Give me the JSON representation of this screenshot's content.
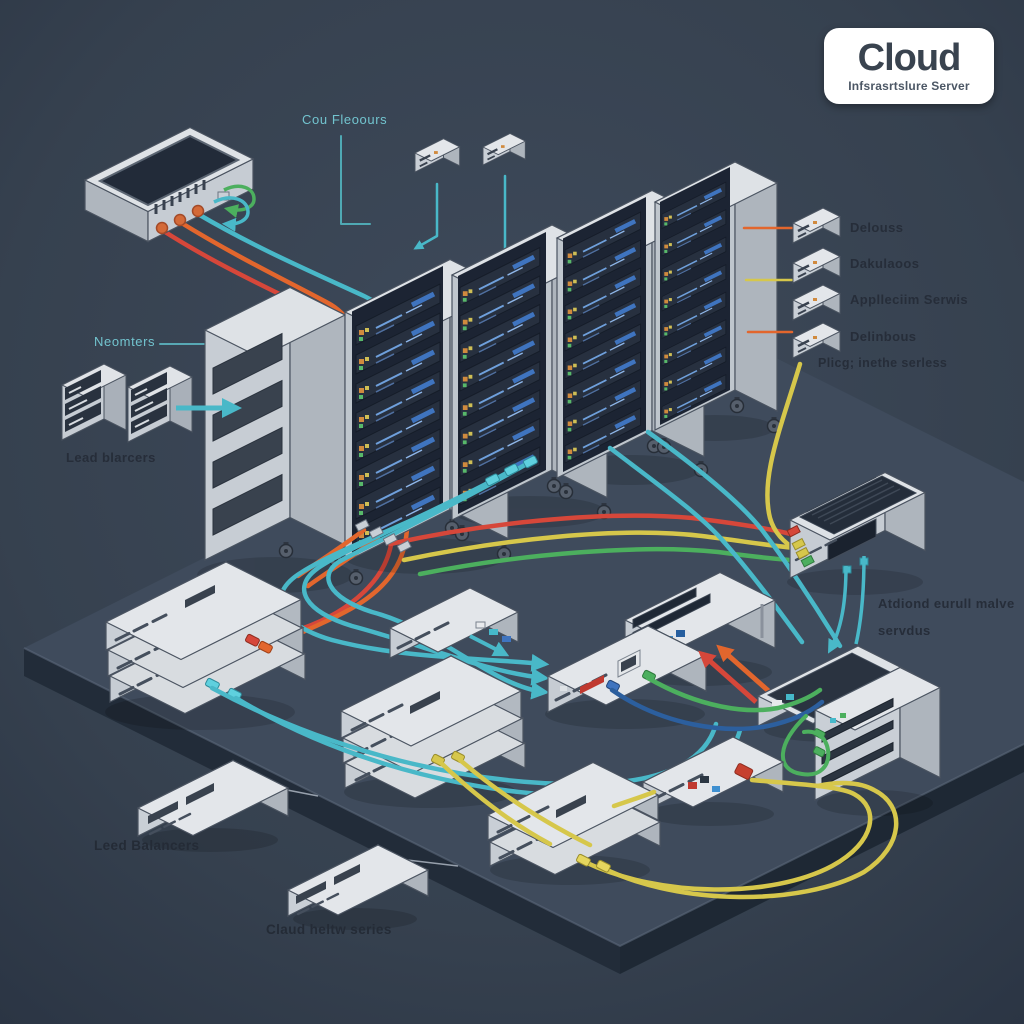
{
  "badge": {
    "title": "Cloud",
    "subtitle": "Infsrasrtslure Server"
  },
  "annotations": {
    "cloud_resources": "Cou Fleoours",
    "rack_callout": "Neomters",
    "load_balancers_top": "Lead blarcers",
    "additional_servers_line1": "Atdiond eurull malve",
    "additional_servers_line2": "servdus",
    "load_balancers_bottom": "Leed Balancers",
    "cloud_native_series": "Claud heltw series"
  },
  "legend": {
    "items": [
      {
        "icon": "server-cube-icon",
        "label": "Delouss"
      },
      {
        "icon": "server-cube-icon",
        "label": "Dakulaoos"
      },
      {
        "icon": "server-cube-icon",
        "label": "Applleciim Serwis"
      },
      {
        "icon": "server-cube-icon",
        "label": "Delinbous"
      }
    ],
    "footer": "Plicg; inethe serless"
  },
  "colors": {
    "background": "#3A4656",
    "platform_top": "#3F4B5C",
    "chassis_light": "#DEE2E6",
    "panel_dark": "#27303F",
    "cable_teal": "#49B8C8",
    "cable_orange": "#E2662D",
    "cable_red": "#D6473A",
    "cable_yellow": "#D6C74B",
    "cable_green": "#4CAF5E",
    "cable_blue": "#2C5F9E",
    "led_blue": "#6FA0DC"
  }
}
